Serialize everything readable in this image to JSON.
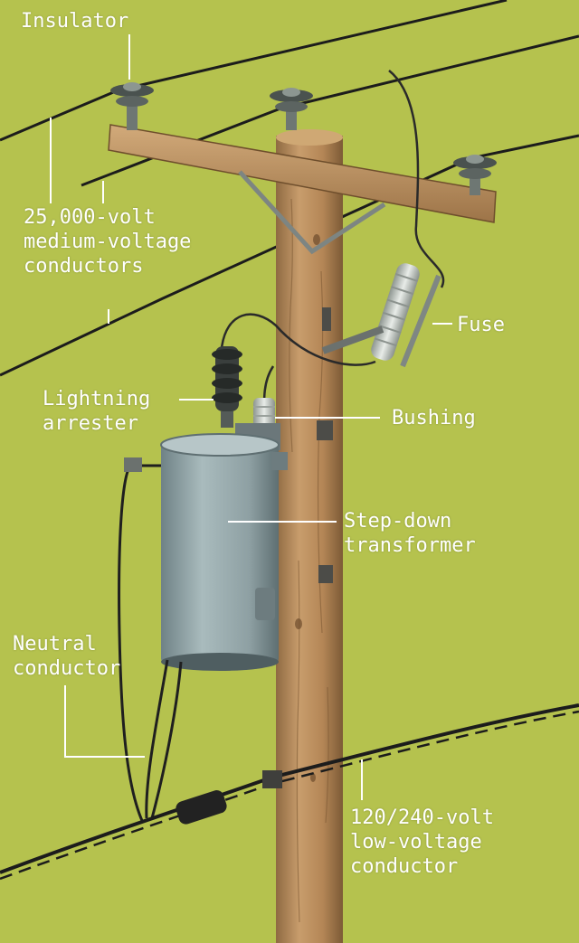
{
  "colors": {
    "background": "#b5c24e",
    "pole_wood": "#b58a5c",
    "transformer": "#8fa2a5",
    "label_text": "#ffffff",
    "wire": "#1c1c1c"
  },
  "labels": {
    "insulator": "Insulator",
    "medium_voltage": [
      "25,000-volt",
      "medium-voltage",
      "conductors"
    ],
    "fuse": "Fuse",
    "lightning_arrester": [
      "Lightning",
      "arrester"
    ],
    "bushing": "Bushing",
    "transformer": [
      "Step-down",
      "transformer"
    ],
    "neutral": [
      "Neutral",
      "conductor"
    ],
    "low_voltage": [
      "120/240-volt",
      "low-voltage",
      "conductor"
    ]
  }
}
